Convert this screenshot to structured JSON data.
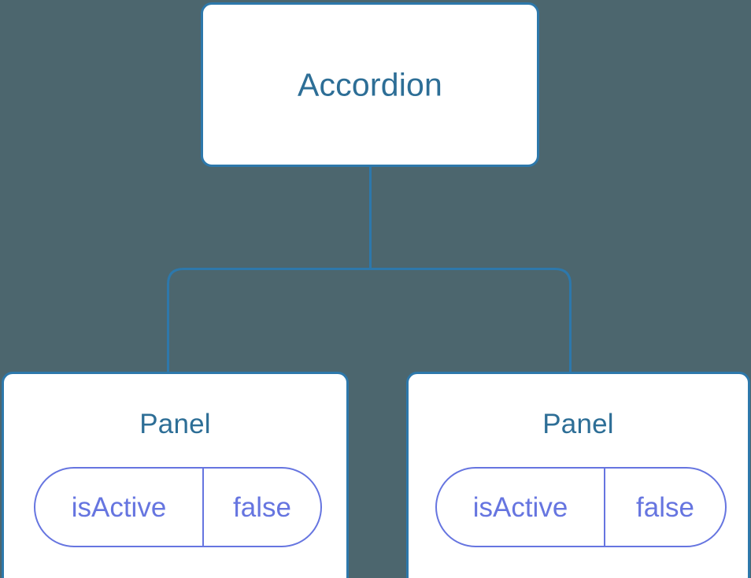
{
  "diagram": {
    "type": "component-tree",
    "background_color": "#4c666e",
    "node_border_color": "#2d78ab",
    "node_title_color": "#2d6e96",
    "prop_color": "#6675e0",
    "connector_color": "#2d78ab",
    "root": {
      "title": "Accordion"
    },
    "children": [
      {
        "title": "Panel",
        "props": [
          {
            "key": "isActive",
            "value": "false"
          }
        ]
      },
      {
        "title": "Panel",
        "props": [
          {
            "key": "isActive",
            "value": "false"
          }
        ]
      }
    ]
  }
}
